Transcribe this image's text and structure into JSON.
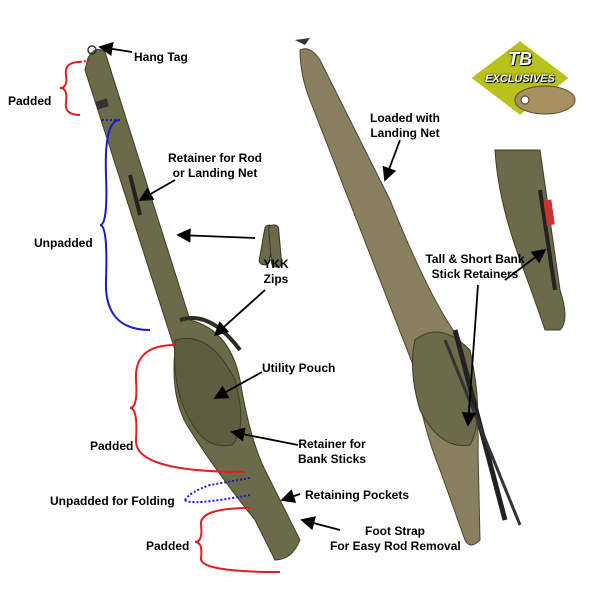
{
  "logo": {
    "line1": "TB",
    "line2": "EXCLUSIVES"
  },
  "colors": {
    "bag": "#6b6b4a",
    "bag_dark": "#4e4e35",
    "padded": "#e02020",
    "unpadded": "#1a1acc",
    "logo_bg": "#b8c21a"
  },
  "labels": {
    "hang_tag": "Hang Tag",
    "padded_top": "Padded",
    "retainer_rod_1": "Retainer for Rod",
    "retainer_rod_2": "or Landing Net",
    "unpadded": "Unpadded",
    "ykk_1": "YKK",
    "ykk_2": "Zips",
    "utility_pouch": "Utility Pouch",
    "padded_mid": "Padded",
    "retainer_bank_1": "Retainer for",
    "retainer_bank_2": "Bank Sticks",
    "unpadded_folding": "Unpadded for Folding",
    "retaining_pockets": "Retaining Pockets",
    "padded_bottom": "Padded",
    "foot_strap_1": "Foot Strap",
    "foot_strap_2": "For Easy Rod Removal",
    "loaded_1": "Loaded with",
    "loaded_2": "Landing Net",
    "bank_retainers_1": "Tall & Short Bank",
    "bank_retainers_2": "Stick Retainers"
  }
}
